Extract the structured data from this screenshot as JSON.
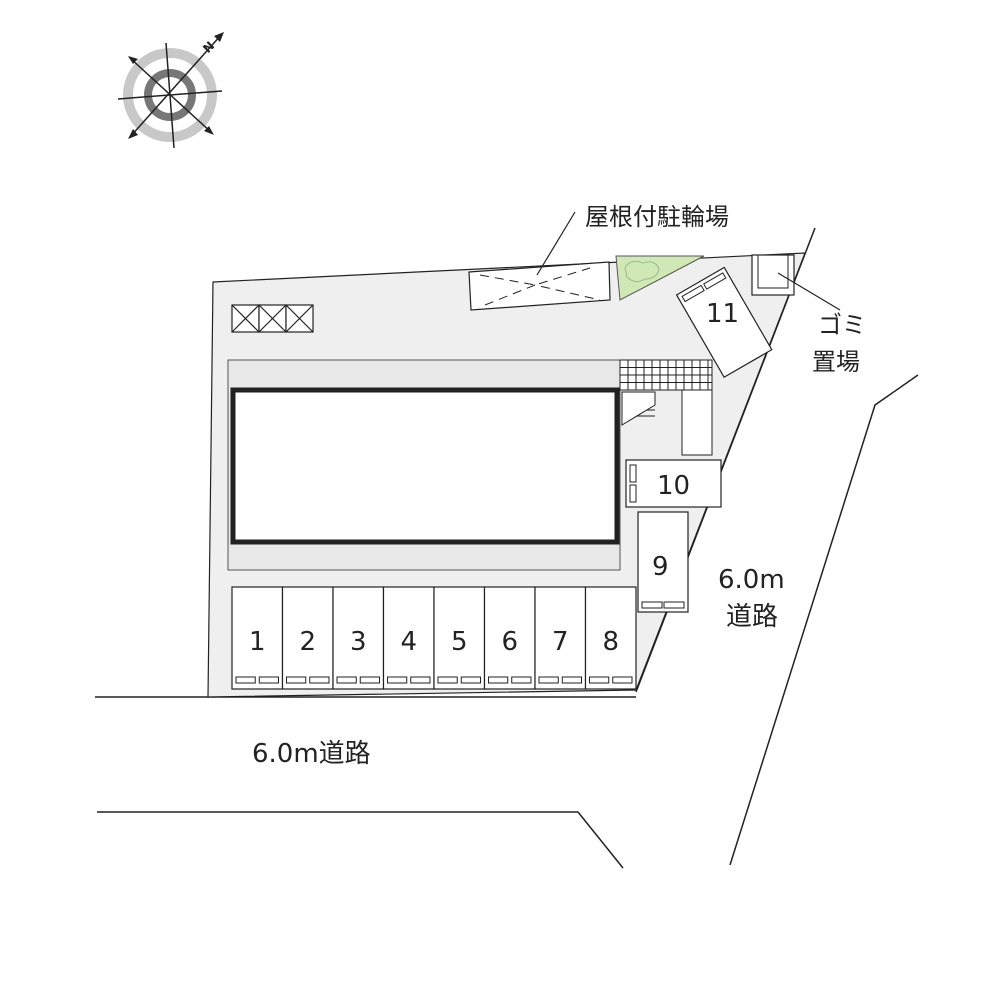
{
  "labels": {
    "bike_shelter": "屋根付駐輪場",
    "garbage_line1": "ゴミ",
    "garbage_line2": "置場",
    "road_bottom": "6.0m道路",
    "road_right_line1": "6.0m",
    "road_right_line2": "道路"
  },
  "compass": {
    "north_label": "N",
    "icon": "compass-rose-icon"
  },
  "parking": {
    "row_spaces": [
      "1",
      "2",
      "3",
      "4",
      "5",
      "6",
      "7",
      "8"
    ],
    "space_9": "9",
    "space_10": "10",
    "space_11": "11"
  },
  "colors": {
    "site": "#efefef",
    "green": "#cfe8b5",
    "line": "#222222",
    "compass_light": "#c8c8c8",
    "compass_dark": "#777777"
  }
}
